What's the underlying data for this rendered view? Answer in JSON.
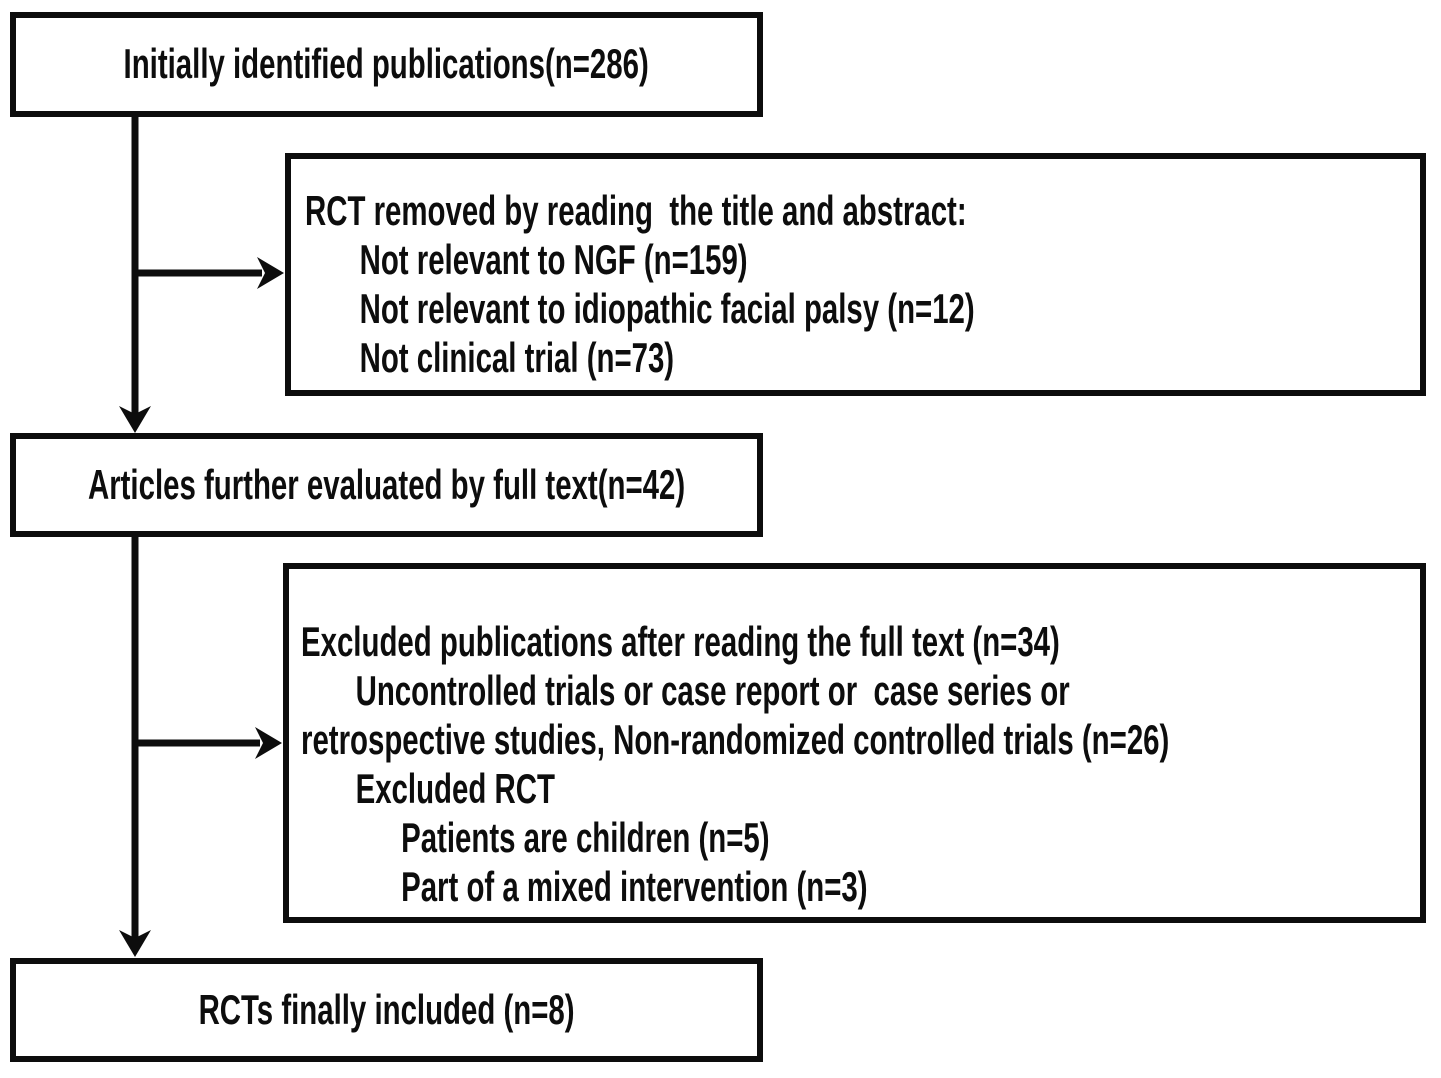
{
  "diagram": {
    "kind": "study-selection-flowchart",
    "colors": {
      "stroke": "#0d0d0d",
      "background": "#ffffff",
      "text": "#0d0d0d"
    },
    "boxes": {
      "identified": {
        "text": "Initially identified publications(n=286)"
      },
      "title_abstract_excluded": {
        "lines": [
          {
            "text": "RCT removed by reading  the title and abstract:",
            "indent": 0
          },
          {
            "text": "Not relevant to NGF (n=159)",
            "indent": 1
          },
          {
            "text": "Not relevant to idiopathic facial palsy (n=12)",
            "indent": 1
          },
          {
            "text": "Not clinical trial (n=73)",
            "indent": 1
          }
        ]
      },
      "full_text_evaluated": {
        "text": "Articles further evaluated by full text(n=42)"
      },
      "full_text_excluded": {
        "lines": [
          {
            "text": "Excluded publications after reading the full text (n=34)",
            "indent": 0
          },
          {
            "text": "Uncontrolled trials or case report or  case series or",
            "indent": 1
          },
          {
            "text": "retrospective studies, Non-randomized controlled trials (n=26)",
            "indent": 0
          },
          {
            "text": "Excluded RCT",
            "indent": 1
          },
          {
            "text": "Patients are children (n=5)",
            "indent": 2
          },
          {
            "text": "Part of a mixed intervention (n=3)",
            "indent": 2
          }
        ]
      },
      "included": {
        "text": "RCTs finally included (n=8)"
      }
    },
    "counts": {
      "initially_identified": 286,
      "removed_title_abstract_not_ngf": 159,
      "removed_title_abstract_not_idiopathic_facial_palsy": 12,
      "removed_title_abstract_not_clinical_trial": 73,
      "evaluated_full_text": 42,
      "excluded_full_text_total": 34,
      "excluded_uncontrolled_or_nonrandomized": 26,
      "excluded_rct_children": 5,
      "excluded_rct_mixed_intervention": 3,
      "finally_included": 8
    }
  }
}
